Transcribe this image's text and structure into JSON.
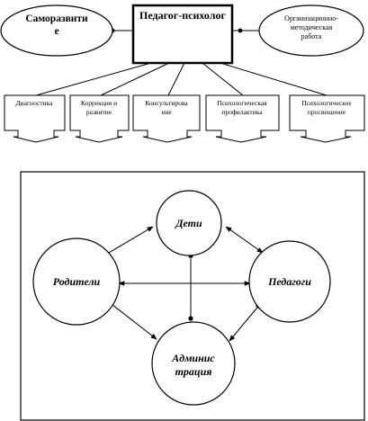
{
  "top": {
    "center_box": "Педагог-психолог",
    "left_oval": [
      "Саморазвити",
      "е"
    ],
    "right_oval": [
      "Организационно-",
      "методическая",
      "работа"
    ],
    "branches": [
      {
        "lines": [
          "Диагностика"
        ]
      },
      {
        "lines": [
          "Коррекция и",
          "развитие"
        ]
      },
      {
        "lines": [
          "Консультирова",
          "ние"
        ]
      },
      {
        "lines": [
          "Психологическая",
          "профилактика"
        ]
      },
      {
        "lines": [
          "Психологическое",
          "просвещение"
        ]
      }
    ]
  },
  "bottom": {
    "nodes": {
      "top": [
        "Дети"
      ],
      "left": [
        "Родители"
      ],
      "right": [
        "Педагоги"
      ],
      "bottom": [
        "Админис",
        "трация"
      ]
    }
  },
  "colors": {
    "stroke": "#000000",
    "background": "#ffffff"
  }
}
